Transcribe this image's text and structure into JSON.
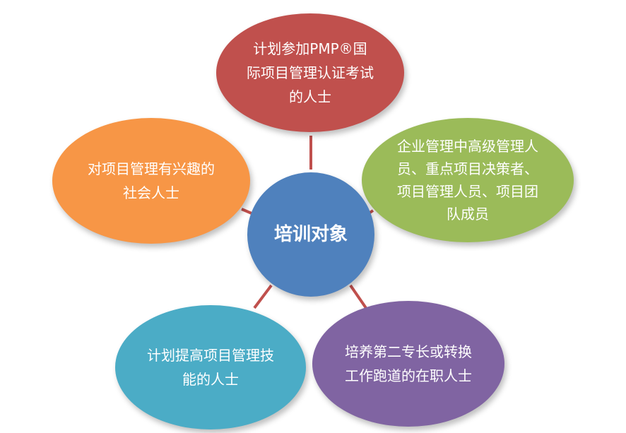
{
  "diagram": {
    "center": {
      "label": "培训对象",
      "color": "#4f81bd"
    },
    "nodes": {
      "top": {
        "label": "计划参加PMP®国\n际项目管理认证考试\n的人士",
        "color": "#c0504d"
      },
      "left": {
        "label": "对项目管理有兴趣的\n社会人士",
        "color": "#f79646"
      },
      "right": {
        "label": "企业管理中高级管理人\n员、重点项目决策者、\n项目管理人员、项目团\n队成员",
        "color": "#9bbb59"
      },
      "bottom_left": {
        "label": "计划提高项目管理技\n能的人士",
        "color": "#4bacc6"
      },
      "bottom_right": {
        "label": "培养第二专长或转换\n工作跑道的在职人士",
        "color": "#8064a2"
      }
    },
    "connector_color": "#c0504d"
  }
}
